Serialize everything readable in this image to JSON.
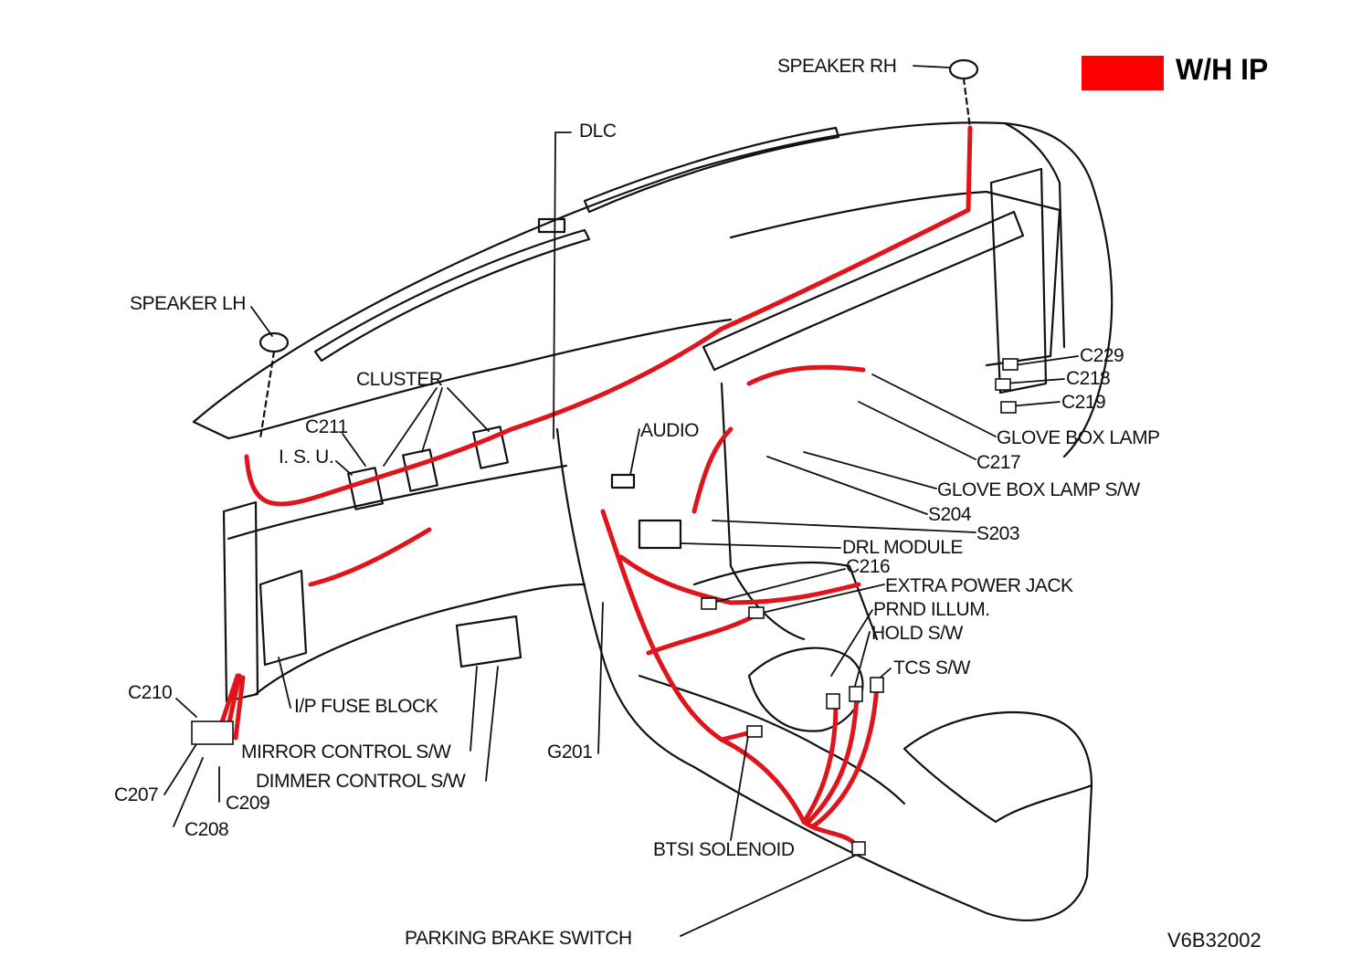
{
  "legend": {
    "swatch_color": "#ff0000",
    "label": "W/H IP"
  },
  "drawing_number": "V6B32002",
  "colors": {
    "line": "#111111",
    "harness": "#e0141b"
  },
  "labels": {
    "speaker_rh": "SPEAKER RH",
    "dlc": "DLC",
    "speaker_lh": "SPEAKER LH",
    "cluster": "CLUSTER",
    "c211": "C211",
    "isu": "I. S. U.",
    "audio": "AUDIO",
    "c229": "C229",
    "c218": "C218",
    "c219": "C219",
    "glove_box_lamp": "GLOVE BOX LAMP",
    "c217": "C217",
    "glove_box_lamp_sw": "GLOVE BOX LAMP S/W",
    "s204": "S204",
    "s203": "S203",
    "drl_module": "DRL MODULE",
    "c216": "C216",
    "extra_power_jack": "EXTRA POWER JACK",
    "prnd_illum": "PRND ILLUM.",
    "hold_sw": "HOLD S/W",
    "tcs_sw": "TCS S/W",
    "c210": "C210",
    "ip_fuse_block": "I/P FUSE BLOCK",
    "mirror_control_sw": "MIRROR CONTROL S/W",
    "dimmer_control_sw": "DIMMER CONTROL S/W",
    "g201": "G201",
    "c207": "C207",
    "c209": "C209",
    "c208": "C208",
    "btsi_solenoid": "BTSI SOLENOID",
    "parking_brake_switch": "PARKING BRAKE SWITCH"
  }
}
